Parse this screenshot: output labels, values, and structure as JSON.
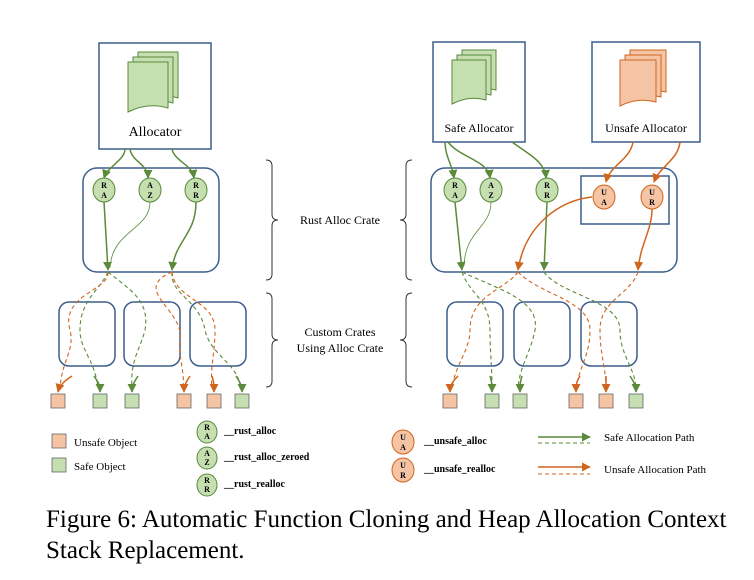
{
  "left_panel": {
    "allocator_label": "Allocator",
    "nodes": [
      {
        "top": "R",
        "bottom": "A"
      },
      {
        "top": "A",
        "bottom": "Z"
      },
      {
        "top": "R",
        "bottom": "R"
      }
    ]
  },
  "right_panel": {
    "safe_allocator_label": "Safe Allocator",
    "unsafe_allocator_label": "Unsafe Allocator",
    "safe_nodes": [
      {
        "top": "R",
        "bottom": "A"
      },
      {
        "top": "A",
        "bottom": "Z"
      },
      {
        "top": "R",
        "bottom": "R"
      }
    ],
    "unsafe_nodes": [
      {
        "top": "U",
        "bottom": "A"
      },
      {
        "top": "U",
        "bottom": "R"
      }
    ]
  },
  "braces": {
    "rust_alloc_crate": "Rust Alloc Crate",
    "custom_crates_line1": "Custom Crates",
    "custom_crates_line2": "Using Alloc Crate"
  },
  "legend": {
    "unsafe_object": "Unsafe Object",
    "safe_object": "Safe Object",
    "rust_alloc": {
      "top": "R",
      "bottom": "A",
      "label": "__rust_alloc"
    },
    "rust_alloc_zeroed": {
      "top": "A",
      "bottom": "Z",
      "label": "__rust_alloc_zeroed"
    },
    "rust_realloc": {
      "top": "R",
      "bottom": "R",
      "label": "__rust_realloc"
    },
    "unsafe_alloc": {
      "top": "U",
      "bottom": "A",
      "label": "__unsafe_alloc"
    },
    "unsafe_realloc": {
      "top": "U",
      "bottom": "R",
      "label": "__unsafe_realloc"
    },
    "safe_path": "Safe Allocation Path",
    "unsafe_path": "Unsafe Allocation Path"
  },
  "caption": "Figure 6: Automatic Function Cloning and Heap Allocation Context Stack Replacement.",
  "colors": {
    "box_stroke": "#3b5e8c",
    "safe_green": "#5a8a3a",
    "safe_fill": "#c5dfb0",
    "unsafe_orange": "#d0651e",
    "unsafe_fill": "#f5c4a4"
  }
}
